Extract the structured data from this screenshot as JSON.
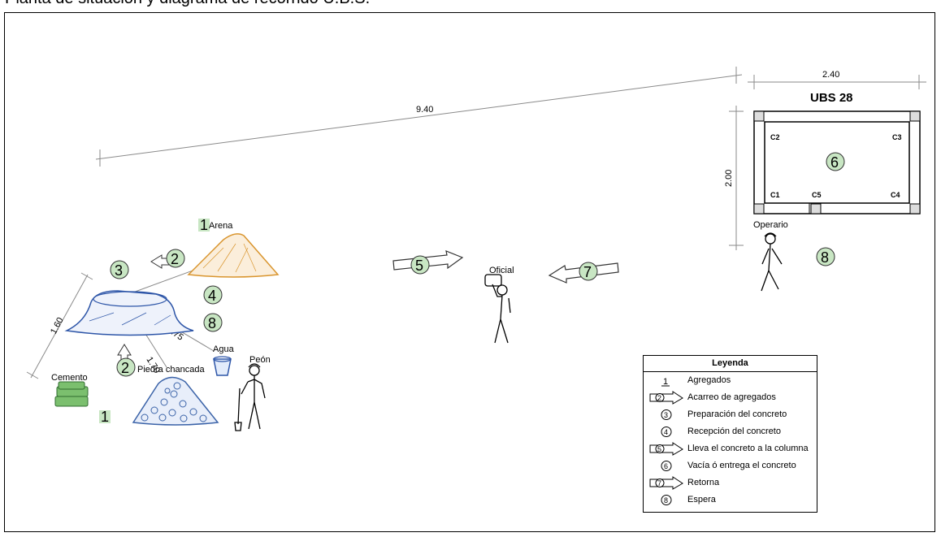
{
  "title": "Planta de situación y diagrama de recorrido U.B.S.",
  "dimensions": {
    "d940": "9.40",
    "d240": "2.40",
    "d200": "2.00",
    "d160": "1.60",
    "d175": "1.75",
    "d170": "1.70"
  },
  "ubs": {
    "title": "UBS 28",
    "columns": [
      "C1",
      "C2",
      "C3",
      "C4",
      "C5"
    ]
  },
  "labels": {
    "arena": "Arena",
    "agua": "Agua",
    "cemento": "Cemento",
    "piedra": "Piedra chancada",
    "peon": "Peón",
    "oficial": "Oficial",
    "operario": "Operario"
  },
  "step_markers": {
    "s1a": "1",
    "s1b": "1",
    "s2a": "2",
    "s2b": "2",
    "s3": "3",
    "s4": "4",
    "s5": "5",
    "s6": "6",
    "s7": "7",
    "s8a": "8",
    "s8b": "8"
  },
  "legend": {
    "title": "Leyenda",
    "items": [
      {
        "num": "1",
        "text": "Agregados"
      },
      {
        "num": "2",
        "text": "Acarreo de agregados"
      },
      {
        "num": "3",
        "text": "Preparación del concreto"
      },
      {
        "num": "4",
        "text": "Recepción del concreto"
      },
      {
        "num": "5",
        "text": "Lleva el concreto a la columna"
      },
      {
        "num": "6",
        "text": "Vacía ó entrega el concreto"
      },
      {
        "num": "7",
        "text": "Retorna"
      },
      {
        "num": "8",
        "text": "Espera"
      }
    ]
  },
  "colors": {
    "sand": "#d9952e",
    "stone": "#3b63a8",
    "mix": "#2e56a8",
    "cement": "#3a7d3a",
    "marker_fill": "#c8e6c3",
    "dim_line": "#8a8a8a"
  }
}
